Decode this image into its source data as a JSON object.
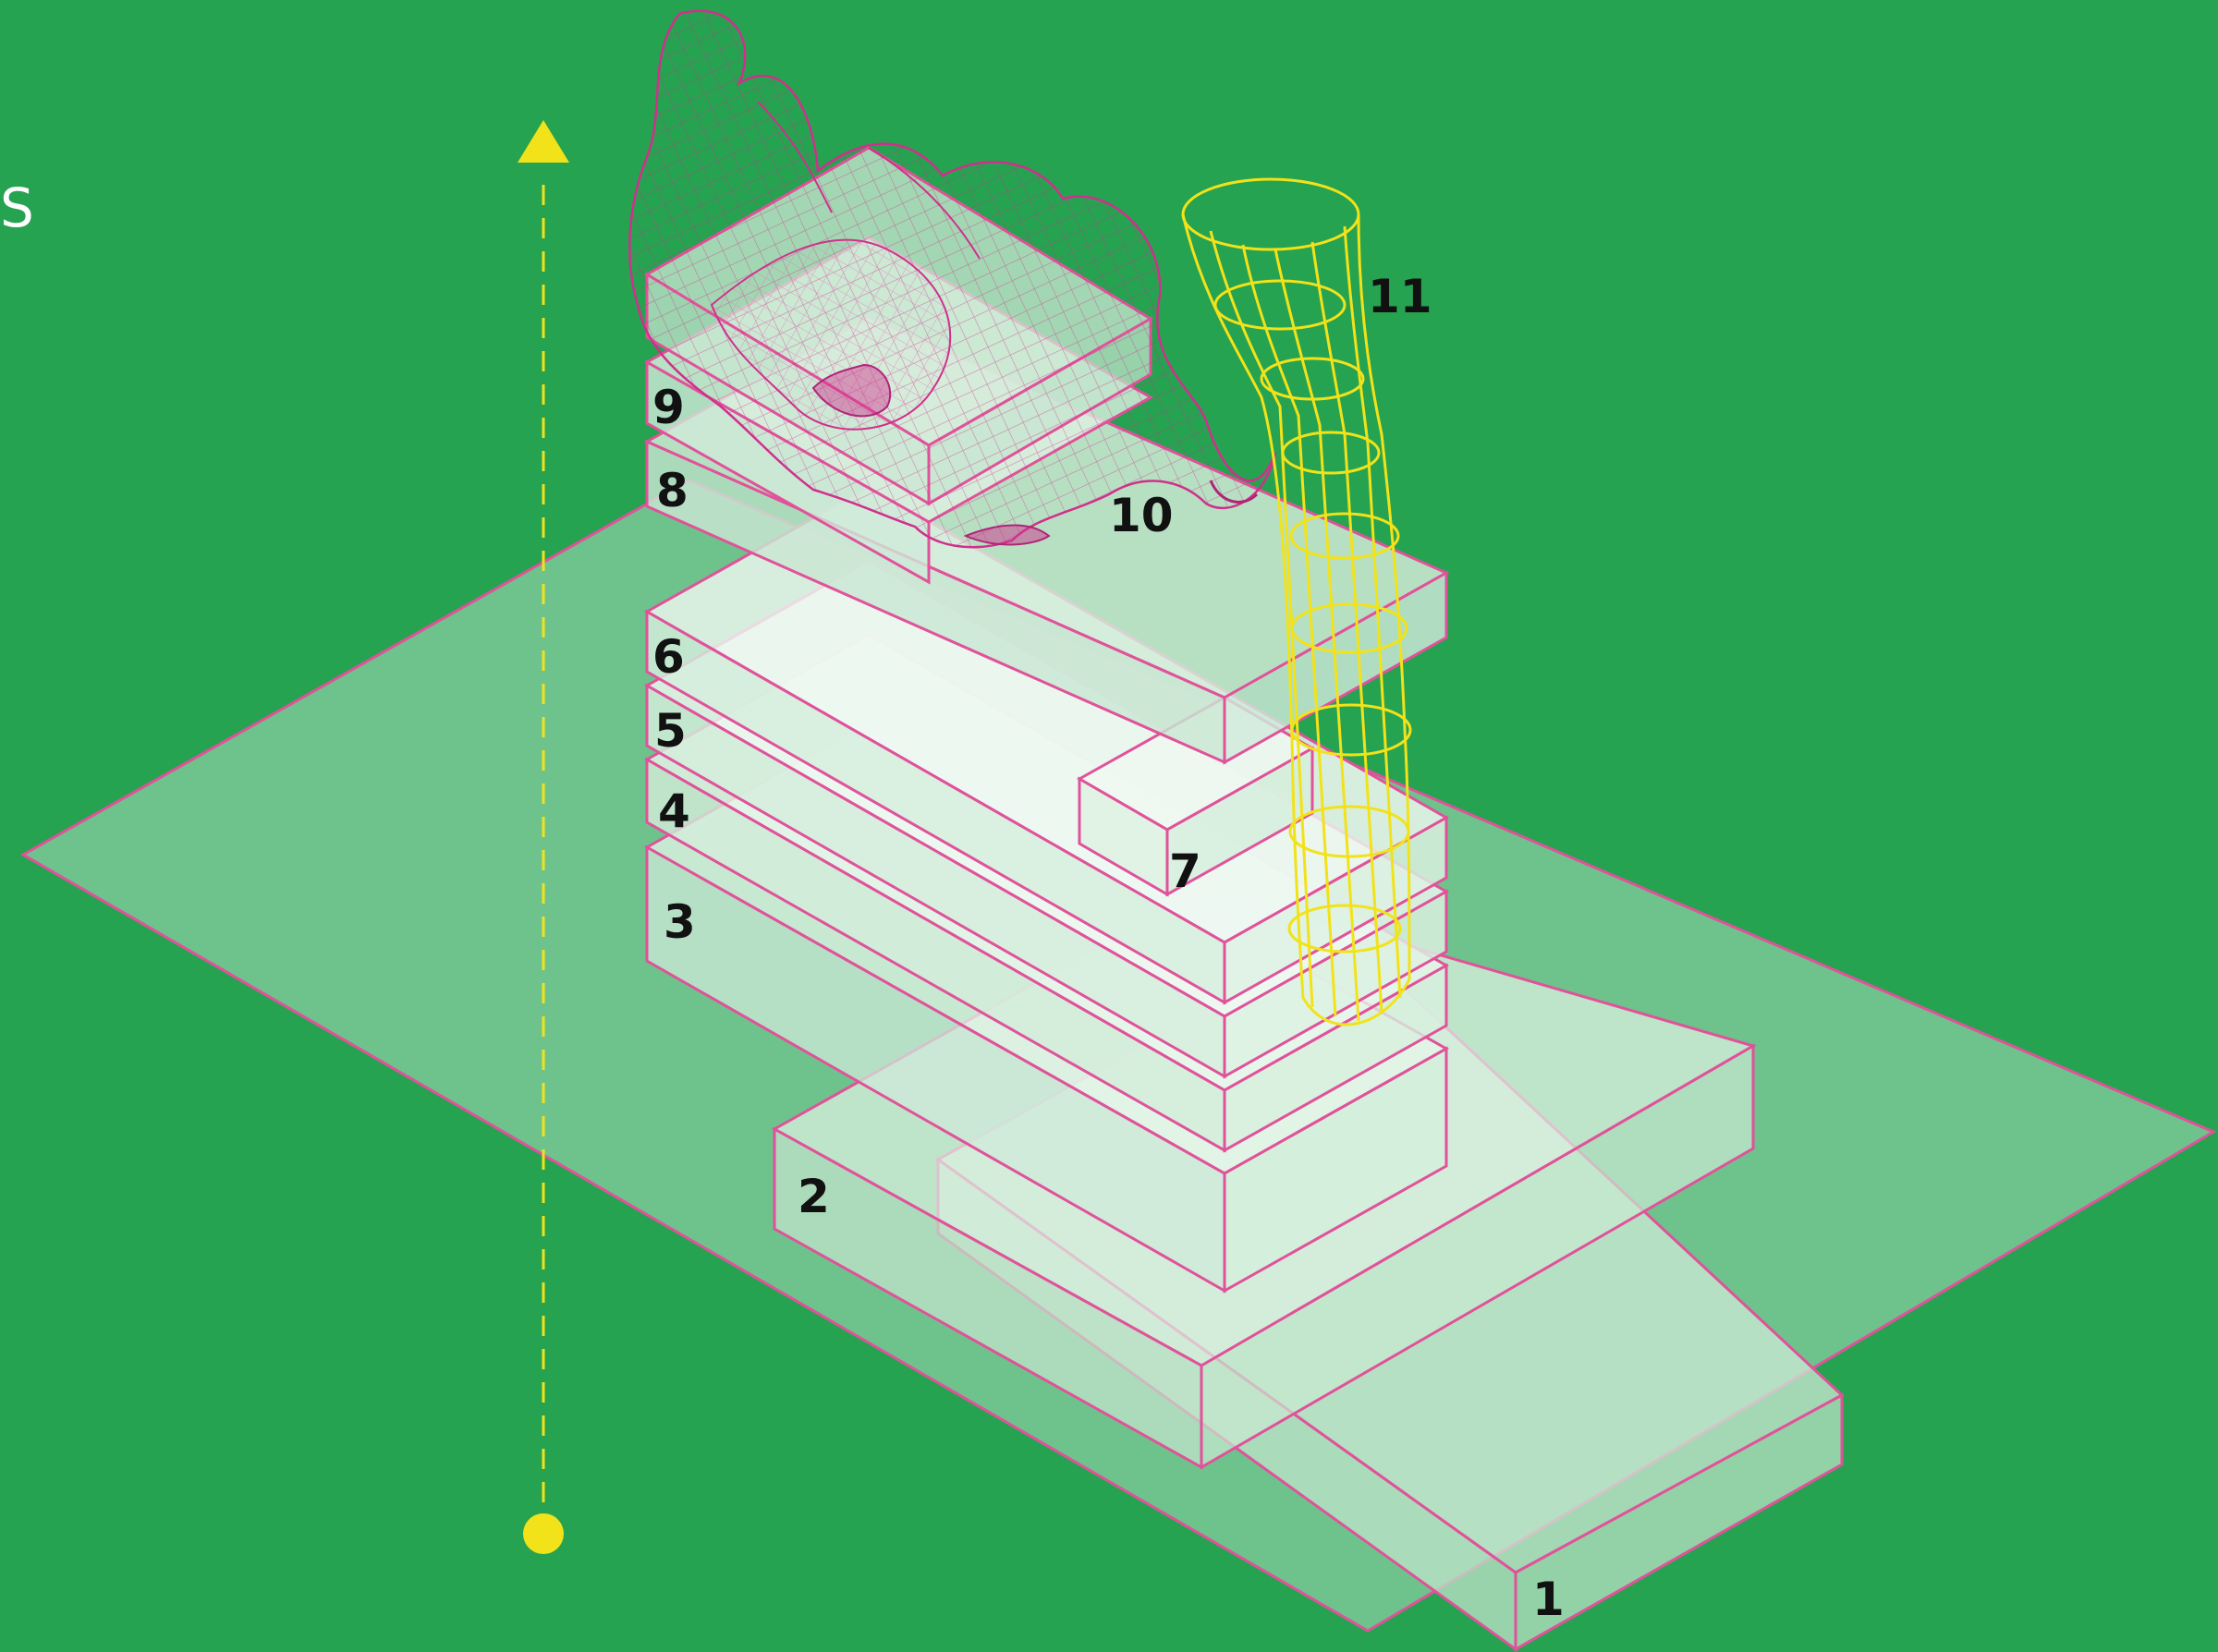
{
  "diagram": {
    "side_letter": "S",
    "labels": {
      "l1": "1",
      "l2": "2",
      "l3": "3",
      "l4": "4",
      "l5": "5",
      "l6": "6",
      "l7": "7",
      "l8": "8",
      "l9": "9",
      "l10": "10",
      "l11": "11"
    },
    "colors": {
      "background": "#25a350",
      "outline": "#e0529a",
      "mesh": "#d0308c",
      "tower_mesh": "#f2e21a",
      "axis": "#f2e21a",
      "slab_fill": "#e9f6ec"
    },
    "icons": {
      "axis_top": "arrow-up-triangle",
      "axis_bottom": "circle-dot"
    }
  }
}
